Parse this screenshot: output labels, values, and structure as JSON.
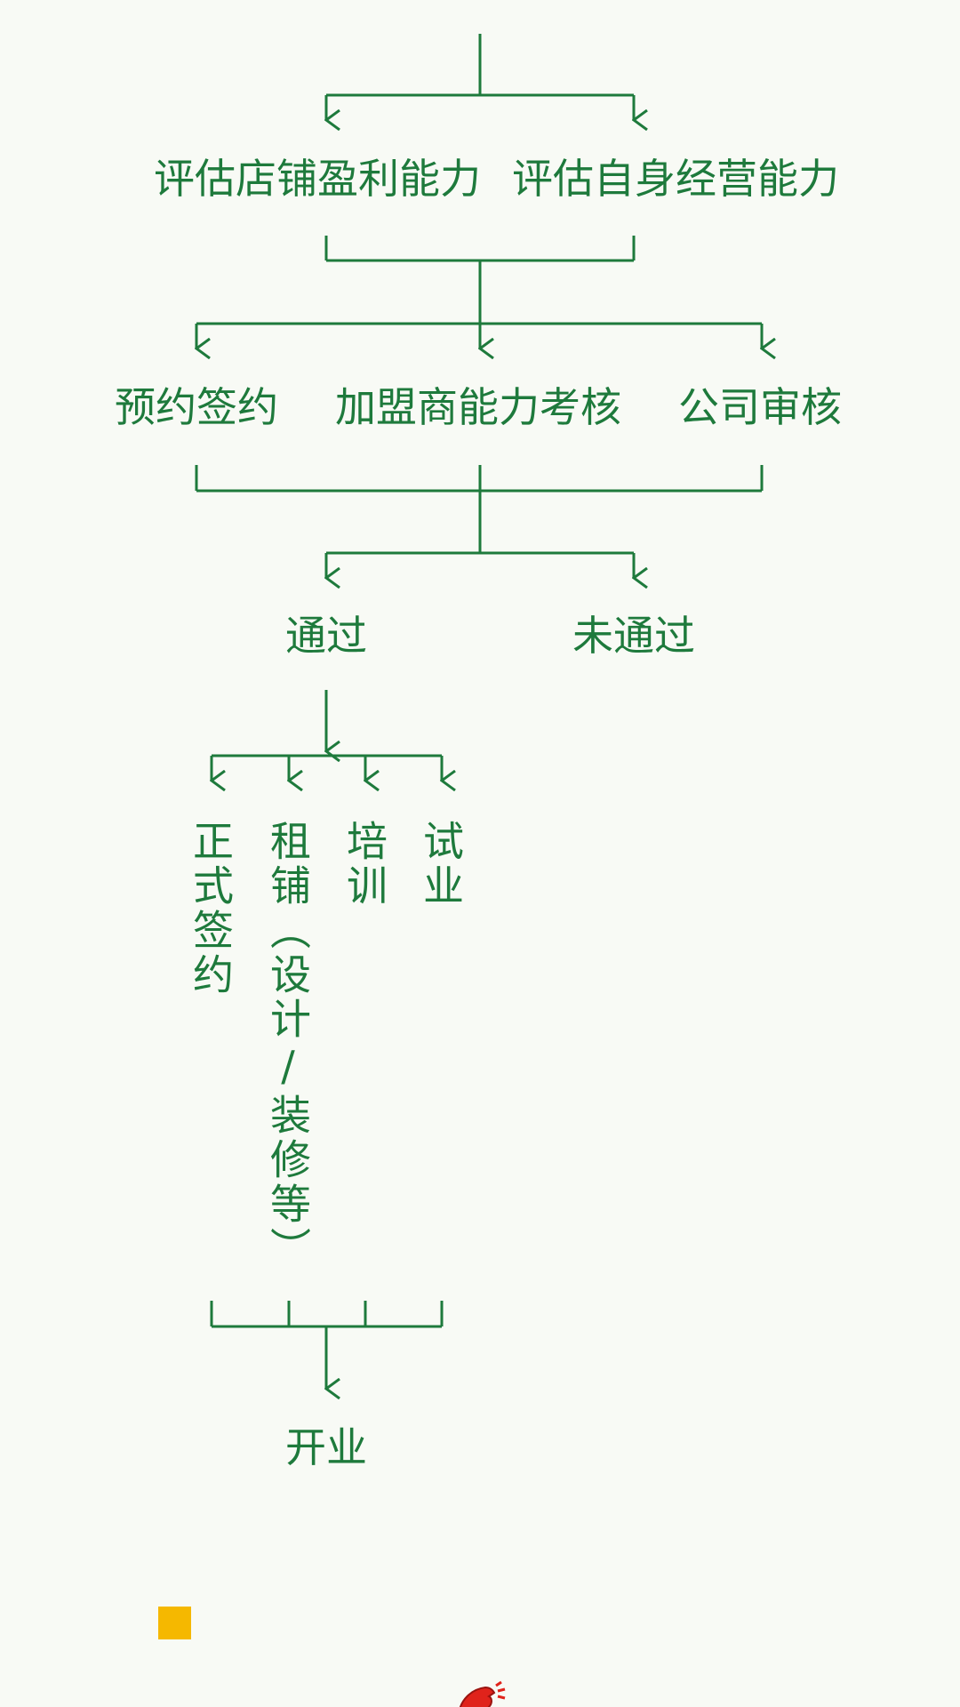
{
  "colors": {
    "line": "#1e7a3c",
    "text": "#1e7a3c",
    "background": "#f8faf5",
    "bullet": "#f5b800",
    "mascot": "#e0231b"
  },
  "nodes": {
    "evaluate_store_profit": "评估店铺盈利能力",
    "evaluate_self_operation": "评估自身经营能力",
    "reserve_signing": "预约签约",
    "franchisee_assessment": "加盟商能力考核",
    "company_review": "公司审核",
    "passed": "通过",
    "not_passed": "未通过",
    "formal_signing": "正式签约",
    "rent_shop": "租铺（设计/装修等）",
    "training": "培训",
    "trial_operation": "试业",
    "opening": "开业"
  },
  "icons": {
    "bullet": "yellow-square-bullet-icon",
    "mascot": "red-mascot-icon"
  }
}
